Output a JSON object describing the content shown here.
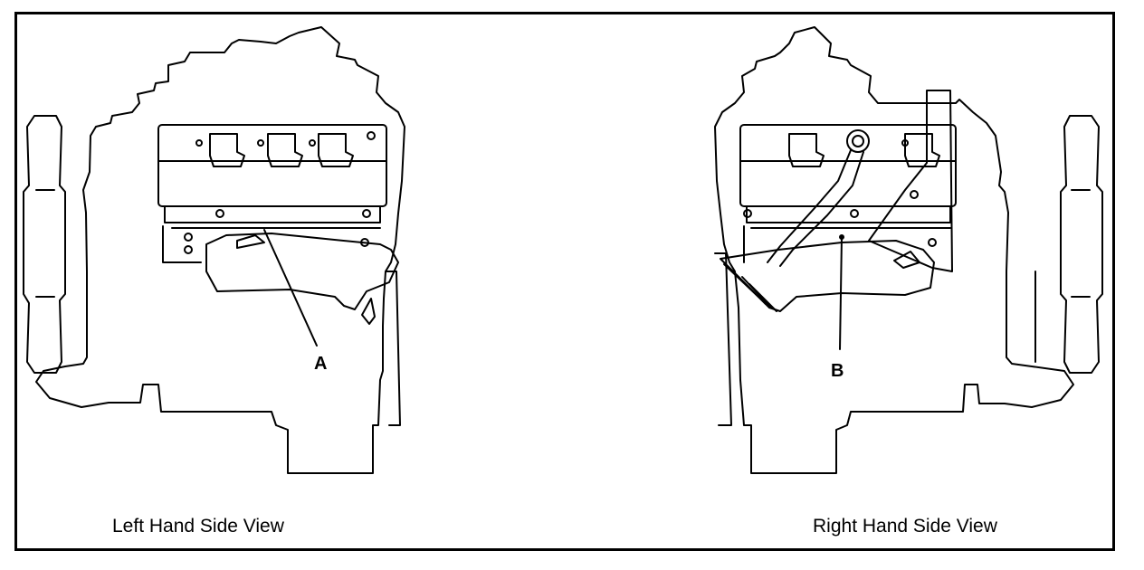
{
  "views": [
    {
      "caption": "Left Hand Side View",
      "callout": "A"
    },
    {
      "caption": "Right Hand Side View",
      "callout": "B"
    }
  ],
  "colors": {
    "line": "#000000",
    "background": "#ffffff"
  }
}
